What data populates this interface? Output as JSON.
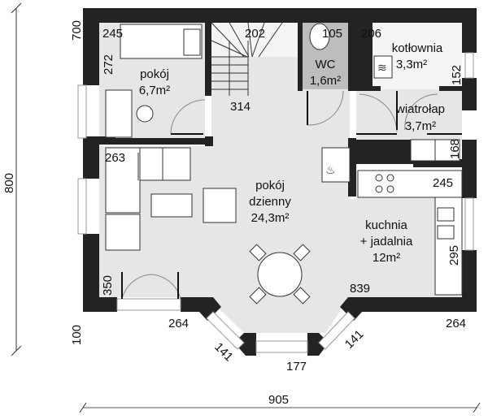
{
  "plan": {
    "rooms": [
      {
        "name": "pokój",
        "area": "6,7m²"
      },
      {
        "name": "WC",
        "area": "1,6m²"
      },
      {
        "name": "kotłownia",
        "area": "3,3m²"
      },
      {
        "name": "wiatrołap",
        "area": "3,7m²"
      },
      {
        "name": "pokój dzienny",
        "name_line1": "pokój",
        "name_line2": "dzienny",
        "area": "24,3m²"
      },
      {
        "name": "kuchnia + jadalnia",
        "name_line1": "kuchnia",
        "name_line2": "+ jadalnia",
        "area": "12m²"
      }
    ],
    "dimensions": {
      "bedroom_width": "245",
      "bedroom_height": "272",
      "stairs_width": "202",
      "wc_width": "105",
      "boiler_width": "206",
      "boiler_height": "152",
      "hall_depth": "314",
      "vestibule_height": "168",
      "living_width": "263",
      "kitchen_width": "245",
      "kitchen_height": "295",
      "living_left_height": "350",
      "kitchen_depth": "839",
      "bay_left_wall": "264",
      "bay_right_wall": "264",
      "bay_diag_left": "141",
      "bay_diag_right": "141",
      "bay_front": "177",
      "left_upper": "700",
      "left_lower": "100",
      "total_height": "800",
      "total_width": "905"
    }
  }
}
